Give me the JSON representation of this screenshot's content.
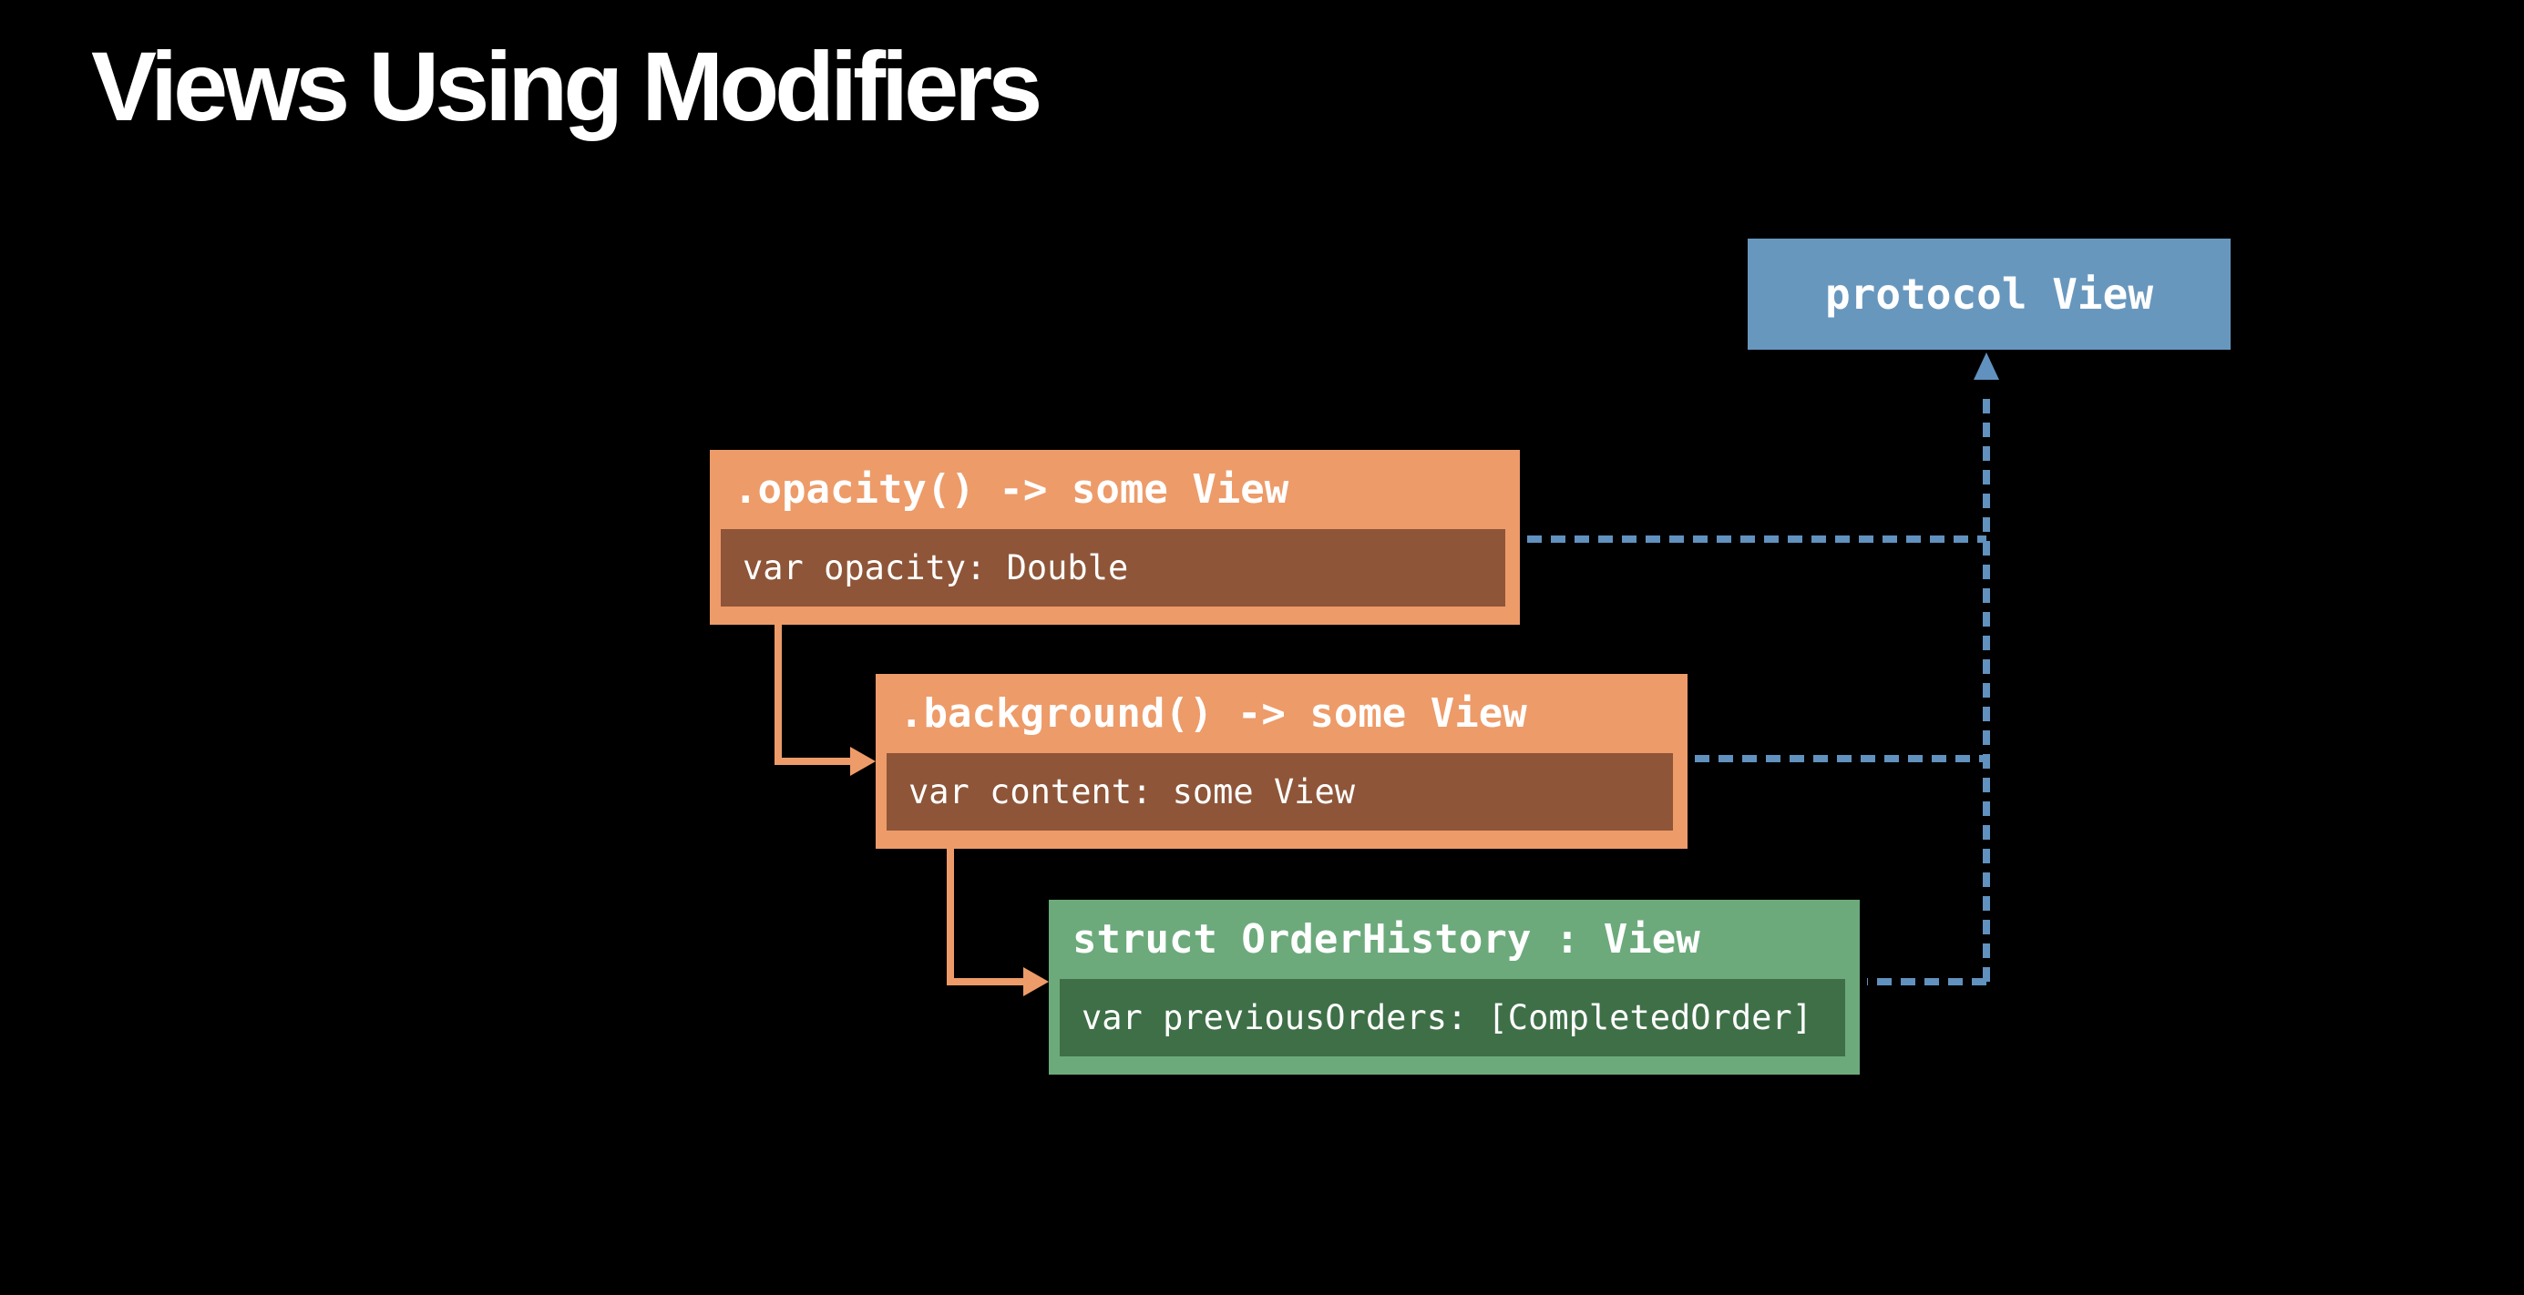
{
  "slide": {
    "title": "Views Using Modifiers"
  },
  "colors": {
    "background": "#000000",
    "title_text": "#ffffff",
    "box_text": "#ffffff",
    "protocol_blue": "#6897BE",
    "connector_blue": "#6191BE",
    "modifier_orange": "#ED9B69",
    "member_brown": "#8E5538",
    "struct_green": "#6CAA7B",
    "member_green": "#3E6F47"
  },
  "diagram": {
    "protocol": {
      "label": "protocol View"
    },
    "boxes": [
      {
        "header": ".opacity() -> some View",
        "member": "var opacity: Double"
      },
      {
        "header": ".background() -> some View",
        "member": "var content: some View"
      },
      {
        "header": "struct OrderHistory : View",
        "member": "var previousOrders: [CompletedOrder]"
      }
    ]
  }
}
